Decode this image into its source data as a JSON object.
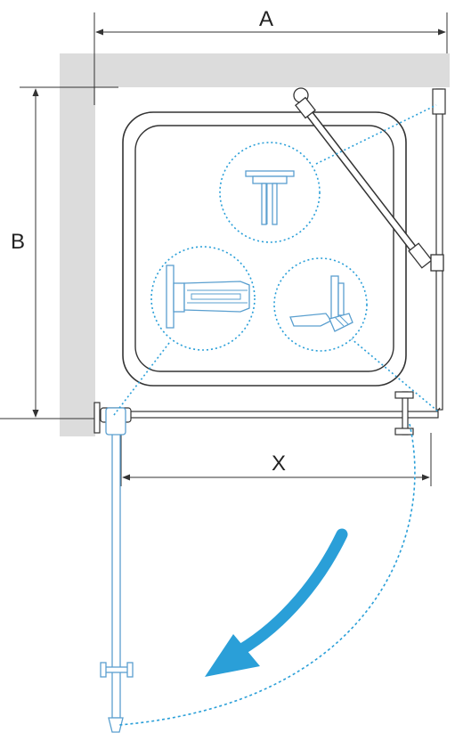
{
  "labels": {
    "width": "A",
    "depth": "B",
    "opening": "X"
  },
  "colors": {
    "wall": "#dcdcdc",
    "line": "#333333",
    "accent": "#2a9fd8",
    "detail": "#5a9fcf"
  },
  "icons": {
    "swing_arrow": "curved-arrow-icon",
    "hinge_detail": "hinge-icon",
    "seal_detail": "seal-profile-icon",
    "bracket_detail": "bracket-icon"
  }
}
